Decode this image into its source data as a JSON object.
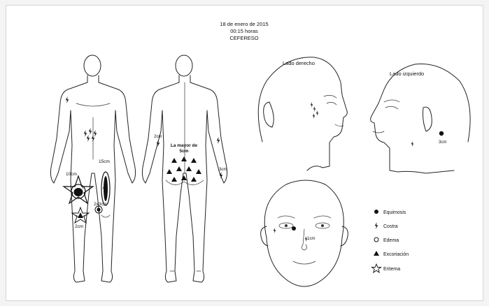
{
  "header": {
    "date": "18 de enero de 2015",
    "time": "00:15 horas",
    "place": "CEFERESO"
  },
  "views": {
    "right_side": "Lado derecho",
    "left_side": "Lado izquierdo"
  },
  "measurements": {
    "front_leg_left": "10cm",
    "front_leg_right": "15cm",
    "front_knee": "2x3cm",
    "front_shin": "2cm",
    "back_arm": "2cm",
    "back_buttocks_title": "La mayor de",
    "back_buttocks_size": "5cm",
    "back_forearm": "3cm",
    "left_side_neck": "3cm",
    "face_cheek": "1cm"
  },
  "legend": [
    {
      "symbol": "filled-circle",
      "label": "Equimosis"
    },
    {
      "symbol": "lightning",
      "label": "Costra"
    },
    {
      "symbol": "open-circle",
      "label": "Edema"
    },
    {
      "symbol": "triangle",
      "label": "Excoriación"
    },
    {
      "symbol": "star",
      "label": "Eritema"
    }
  ]
}
